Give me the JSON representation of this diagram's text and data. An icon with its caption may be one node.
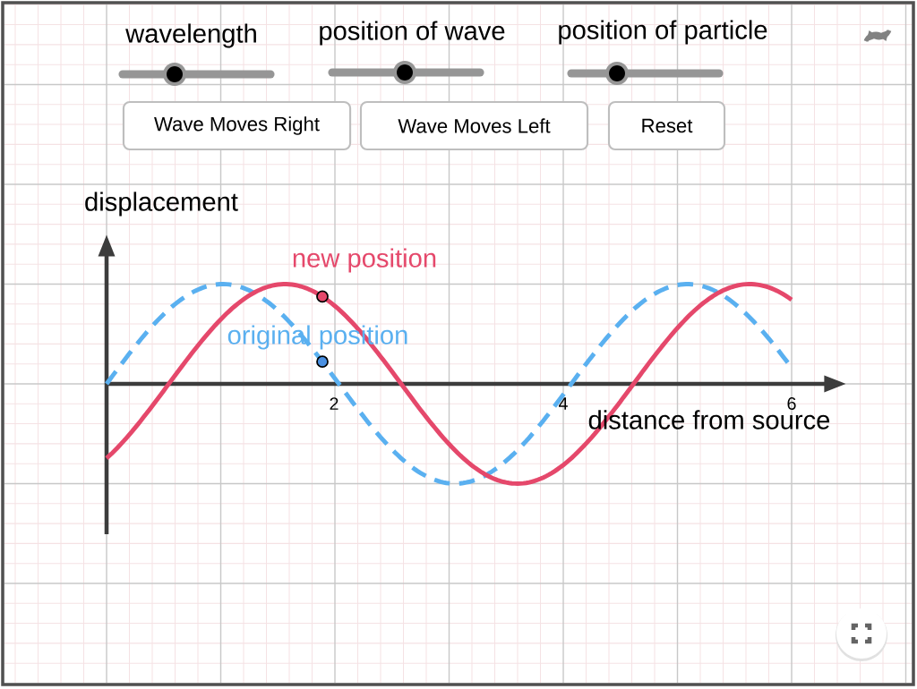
{
  "diagram": {
    "nodes": [
      {
        "text": [
          "Wave Moves Right"
        ]
      },
      {
        "text": [
          "Wave Moves Left"
        ]
      },
      {
        "text": [
          "Reset"
        ]
      }
    ],
    "edges": [],
    "labels": [
      "wavelength",
      "position of wave",
      "position of particle",
      "displacement",
      "new position",
      "original position",
      "2",
      "4",
      "6",
      "distance from source"
    ]
  }
}
